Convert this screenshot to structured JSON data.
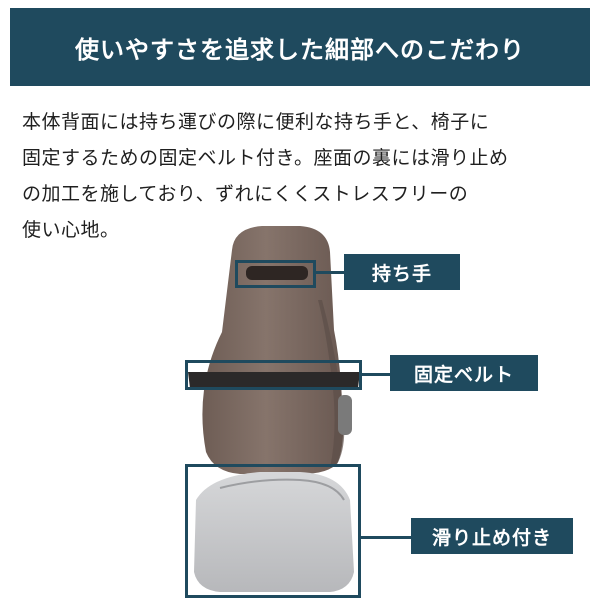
{
  "header": {
    "title": "使いやすさを追求した細部へのこだわり"
  },
  "description": {
    "text": "本体背面には持ち運びの際に便利な持ち手と、椅子に\n固定するための固定ベルト付き。座面の裏には滑り止め\nの加工を施しており、ずれにくくストレスフリーの\n使い心地。"
  },
  "callouts": {
    "handle": "持ち手",
    "belt": "固定ベルト",
    "nonslip": "滑り止め付き"
  },
  "colors": {
    "accent": "#1f4a5e",
    "cushion_back": "#7a6a62",
    "cushion_seat": "#c9cacc"
  }
}
